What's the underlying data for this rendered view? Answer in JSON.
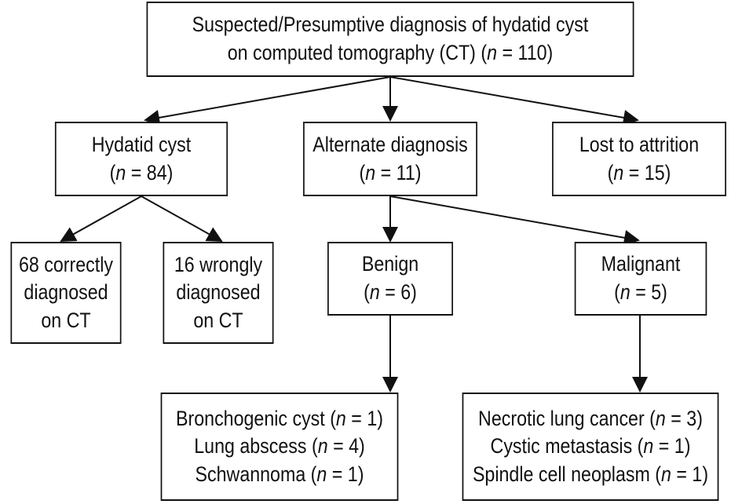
{
  "root": {
    "line1": "Suspected/Presumptive diagnosis of hydatid cyst",
    "line2_pre": "on computed tomography (CT) (",
    "line2_post": " = 110)"
  },
  "hydatid": {
    "label": "Hydatid cyst",
    "count": " = 84)"
  },
  "alternate": {
    "label": "Alternate diagnosis",
    "count": " = 11)"
  },
  "lost": {
    "label": "Lost to attrition",
    "count": " = 15)"
  },
  "correct": {
    "l1": "68 correctly",
    "l2": "diagnosed",
    "l3": "on CT"
  },
  "wrong": {
    "l1": "16 wrongly",
    "l2": "diagnosed",
    "l3": "on CT"
  },
  "benign": {
    "label": "Benign",
    "count": " = 6)",
    "items": [
      {
        "name": "Bronchogenic cyst (",
        "count": " = 1)"
      },
      {
        "name": "Lung abscess (",
        "count": " = 4)"
      },
      {
        "name": "Schwannoma (",
        "count": " = 1)"
      }
    ]
  },
  "malignant": {
    "label": "Malignant",
    "count": " = 5)",
    "items": [
      {
        "name": "Necrotic lung cancer (",
        "count": " = 3)"
      },
      {
        "name": "Cystic metastasis (",
        "count": " = 1)"
      },
      {
        "name": "Spindle cell neoplasm (",
        "count": " = 1)"
      }
    ]
  },
  "n_symbol": "n",
  "open_paren": "("
}
